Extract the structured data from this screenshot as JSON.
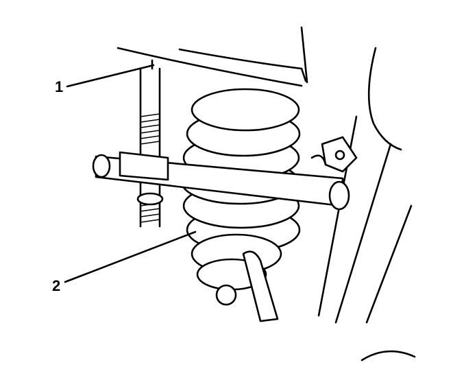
{
  "diagram": {
    "description": "Coil spring compressor installed on front suspension coil spring",
    "callouts": [
      {
        "id": "1",
        "label": "1"
      },
      {
        "id": "2",
        "label": "2"
      }
    ],
    "colors": {
      "line": "#000000",
      "background": "#ffffff"
    }
  }
}
